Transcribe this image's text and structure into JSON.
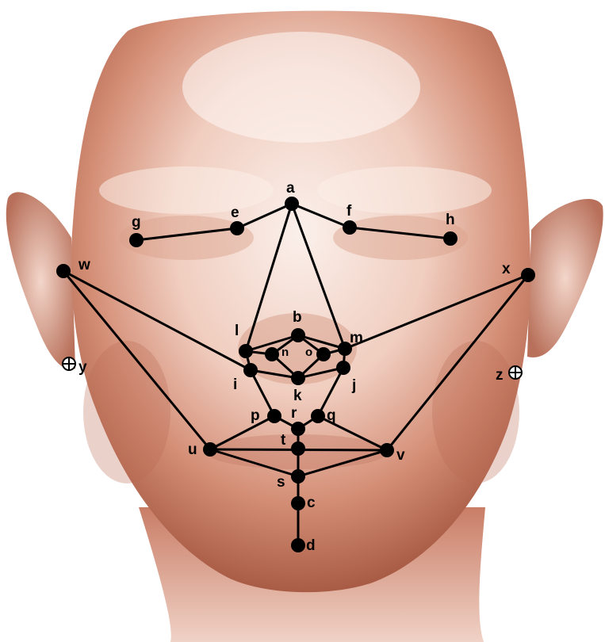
{
  "colors": {
    "skin_light": "#f7e6df",
    "skin_mid": "#d99a84",
    "skin_dark": "#a95c45",
    "ink": "#000000"
  },
  "landmarks": {
    "a": "a",
    "b": "b",
    "c": "c",
    "d": "d",
    "e": "e",
    "f": "f",
    "g": "g",
    "h": "h",
    "i": "i",
    "j": "j",
    "k": "k",
    "l": "l",
    "m": "m",
    "n": "n",
    "o": "o",
    "p": "p",
    "q": "q",
    "r": "r",
    "s": "s",
    "t": "t",
    "u": "u",
    "v": "v",
    "w": "w",
    "x": "x",
    "y": "y",
    "z": "z"
  }
}
